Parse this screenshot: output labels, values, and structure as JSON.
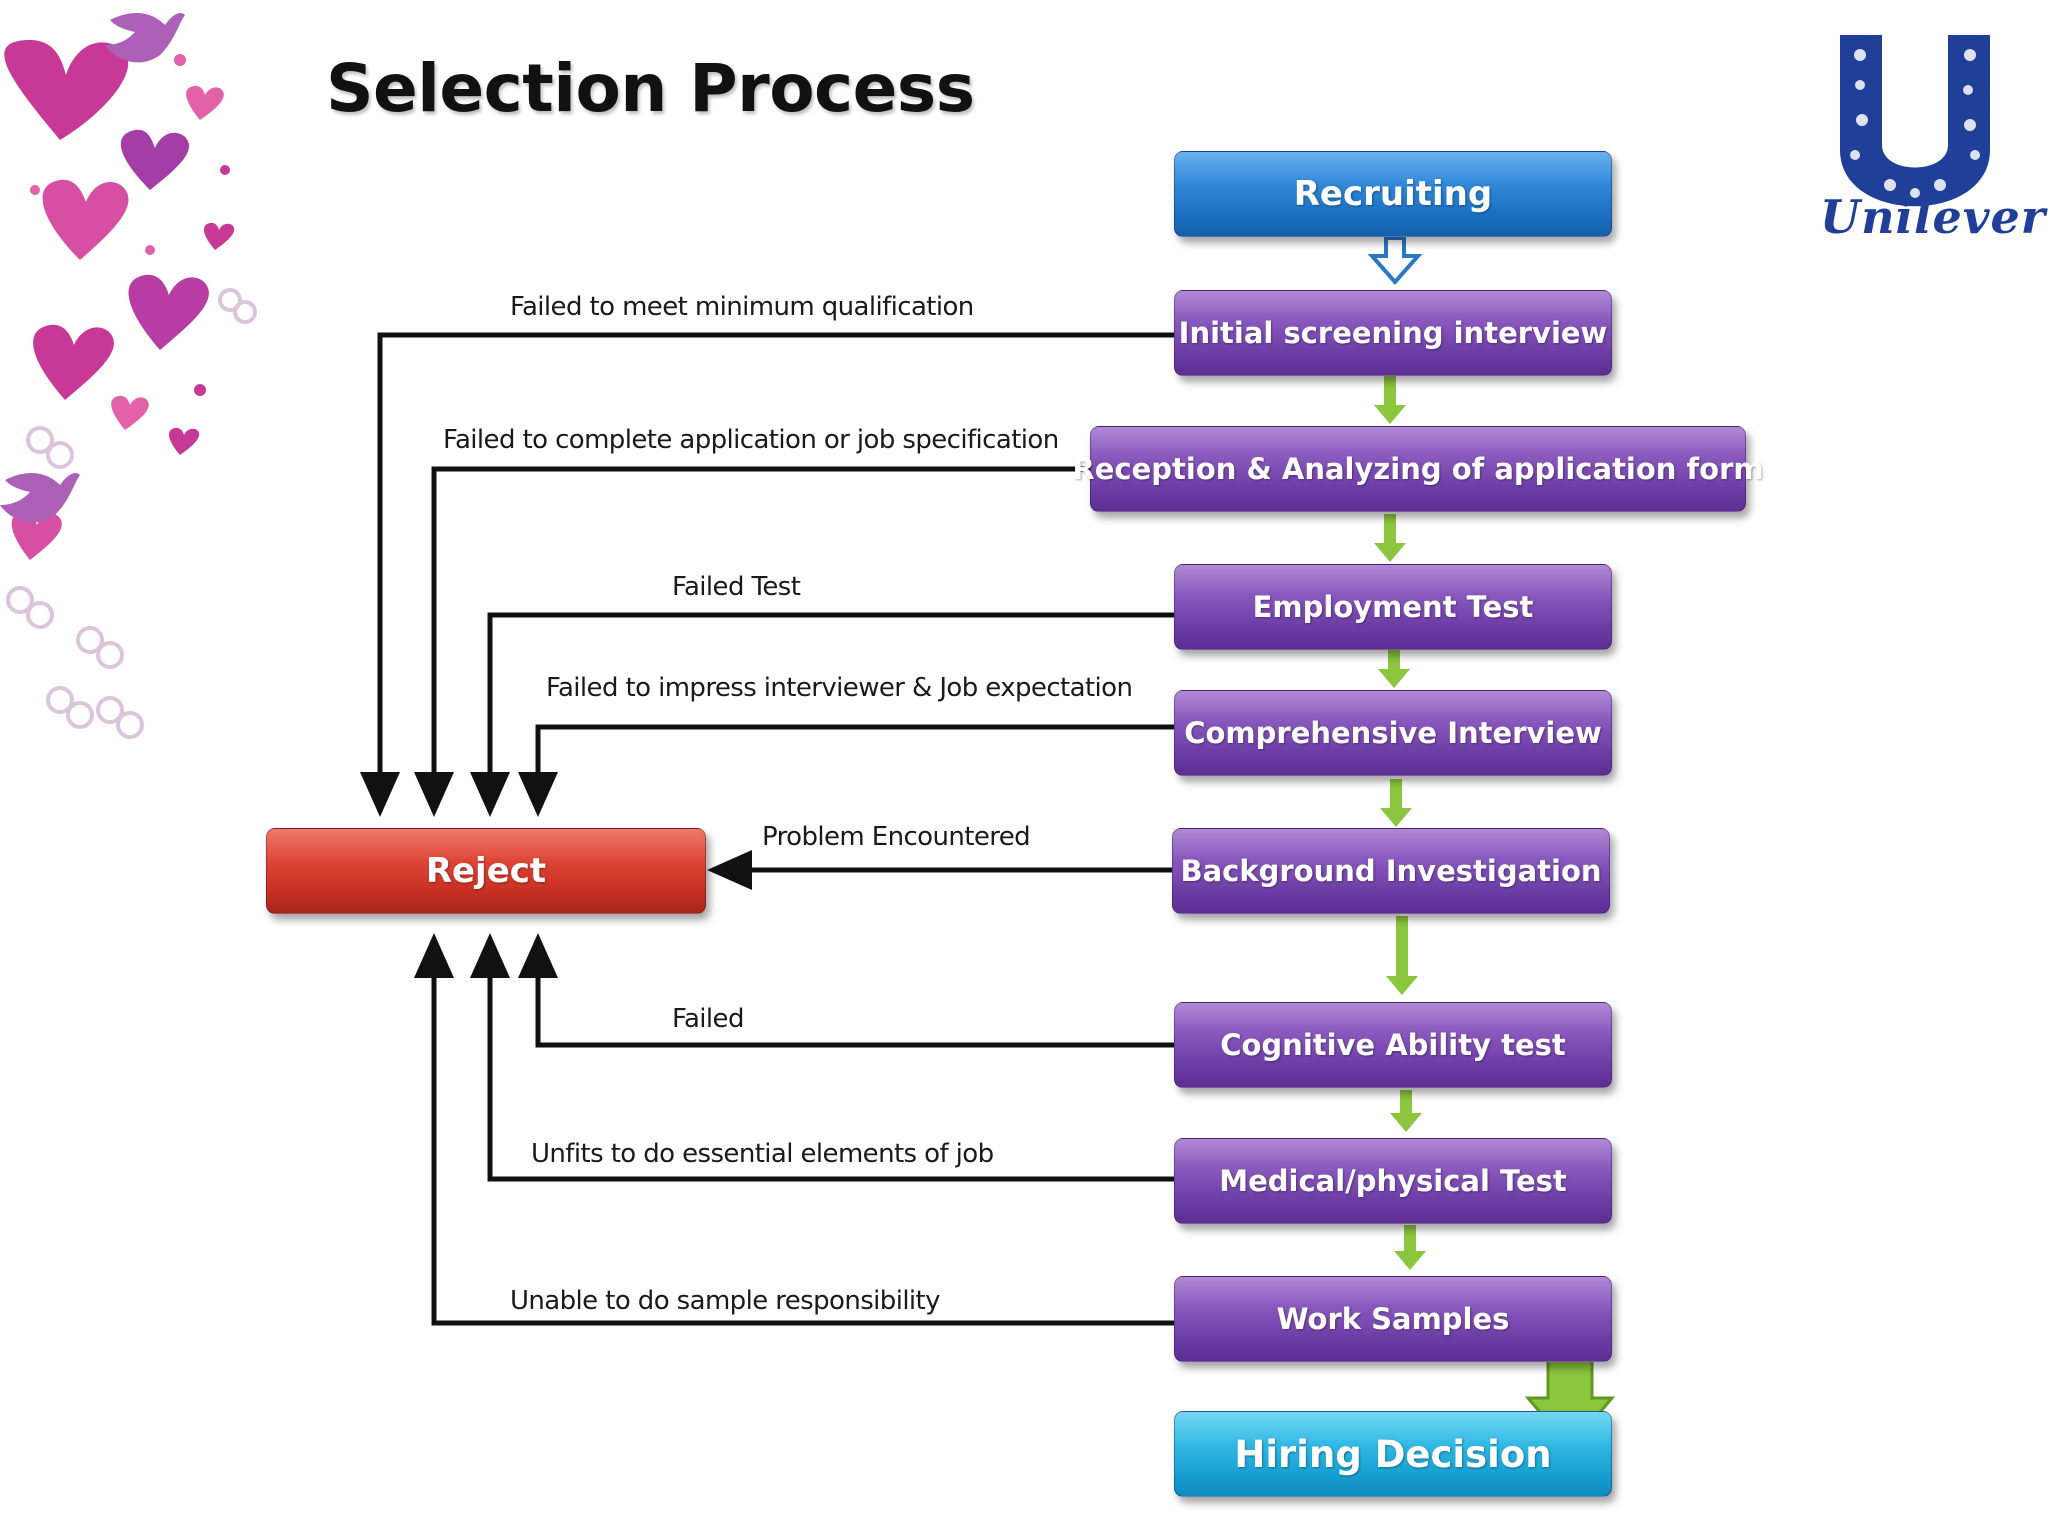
{
  "title": "Selection Process",
  "logo": {
    "text": "Unilever",
    "color": "#1f3f99"
  },
  "steps": {
    "recruiting": "Recruiting",
    "initial_screening": "Initial screening interview",
    "reception": "Reception & Analyzing of application form",
    "employment_test": "Employment Test",
    "comprehensive_interview": "Comprehensive Interview",
    "background_investigation": "Background Investigation",
    "cognitive_test": "Cognitive Ability test",
    "medical_test": "Medical/physical Test",
    "work_samples": "Work Samples",
    "hiring_decision": "Hiring Decision"
  },
  "reject": "Reject",
  "reject_reasons": {
    "r1": "Failed to meet minimum qualification",
    "r2": "Failed to complete application or job specification",
    "r3": "Failed Test",
    "r4": "Failed to impress interviewer & Job expectation",
    "r5": "Problem Encountered",
    "r6": "Failed",
    "r7": "Unfits to do essential elements of job",
    "r8": "Unable to do sample responsibility"
  },
  "colors": {
    "step": "#7a4bb3",
    "recruiting": "#1f78cc",
    "hiring": "#1aa8da",
    "reject": "#d03a2c",
    "flow_arrow": "#8cc63f",
    "reject_line": "#111111",
    "decoration": "#c2238c"
  }
}
